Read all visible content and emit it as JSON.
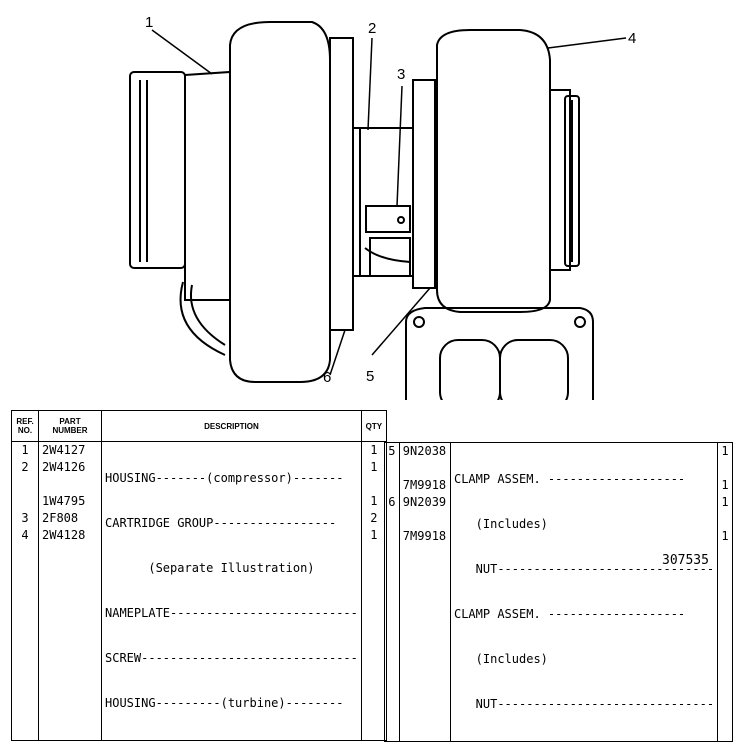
{
  "callouts": [
    "1",
    "2",
    "3",
    "4",
    "5",
    "6"
  ],
  "left_table": {
    "headers": {
      "ref": "REF. NO.",
      "part": "PART NUMBER",
      "desc": "DESCRIPTION",
      "qty": "QTY"
    },
    "rows": [
      {
        "ref": "1",
        "part": "2W4127",
        "desc": "HOUSING-------(compressor)-------",
        "qty": "1"
      },
      {
        "ref": "2",
        "part": "2W4126",
        "desc": "CARTRIDGE GROUP-----------------",
        "qty": "1"
      },
      {
        "ref": "",
        "part": "",
        "desc": "      (Separate Illustration)",
        "qty": ""
      },
      {
        "ref": "",
        "part": "1W4795",
        "desc": "NAMEPLATE--------------------------",
        "qty": "1"
      },
      {
        "ref": "3",
        "part": "2F808",
        "desc": "SCREW------------------------------",
        "qty": "2"
      },
      {
        "ref": "4",
        "part": "2W4128",
        "desc": "HOUSING---------(turbine)--------",
        "qty": "1"
      }
    ]
  },
  "right_table": {
    "rows": [
      {
        "ref": "5",
        "part": "9N2038",
        "desc": "CLAMP ASSEM. -------------------",
        "qty": "1"
      },
      {
        "ref": "",
        "part": "",
        "desc": "   (Includes)",
        "qty": ""
      },
      {
        "ref": "",
        "part": "7M9918",
        "desc": "   NUT------------------------------",
        "qty": "1"
      },
      {
        "ref": "6",
        "part": "9N2039",
        "desc": "CLAMP ASSEM. -------------------",
        "qty": "1"
      },
      {
        "ref": "",
        "part": "",
        "desc": "   (Includes)",
        "qty": ""
      },
      {
        "ref": "",
        "part": "7M9918",
        "desc": "   NUT------------------------------",
        "qty": "1"
      }
    ]
  },
  "drawing_number": "307535"
}
